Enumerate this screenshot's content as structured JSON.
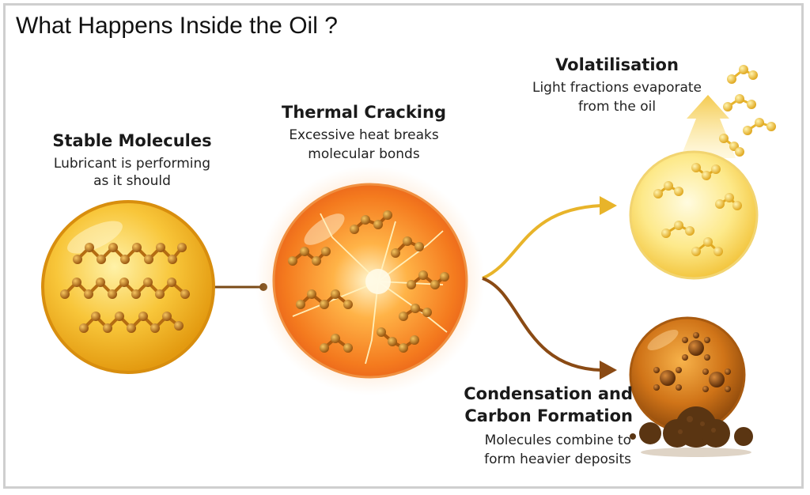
{
  "title": "What Happens Inside the Oil ?",
  "stages": {
    "stable": {
      "heading": "Stable Molecules",
      "line1": "Lubricant is performing",
      "line2": "as it should"
    },
    "cracking": {
      "heading": "Thermal Cracking",
      "line1": "Excessive heat breaks",
      "line2": "molecular bonds"
    },
    "volatilisation": {
      "heading": "Volatilisation",
      "line1": "Light fractions evaporate",
      "line2": "from the oil"
    },
    "condensation": {
      "heading_line1": "Condensation and",
      "heading_line2": "Carbon Formation",
      "line1": "Molecules combine to",
      "line2": "form heavier deposits"
    }
  },
  "colors": {
    "stable_sphere": "#f5b820",
    "cracking_sphere": "#f47a1e",
    "volatilisation_sphere": "#fde57a",
    "condensation_sphere": "#c96a12",
    "molecule": "#b96e14",
    "deposit": "#5a3512",
    "arrow_up": "#e8b42a",
    "arrow_down": "#8a4a14"
  }
}
